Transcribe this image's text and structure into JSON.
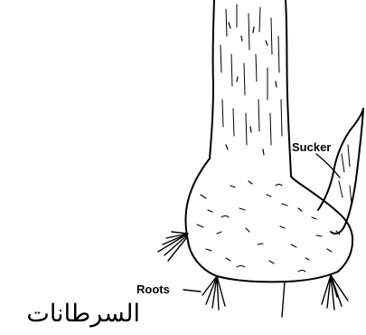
{
  "diagram": {
    "labels": {
      "sucker": "Sucker",
      "roots": "Roots"
    },
    "caption": "السرطانات",
    "colors": {
      "ink": "#000000",
      "background": "#ffffff"
    }
  }
}
